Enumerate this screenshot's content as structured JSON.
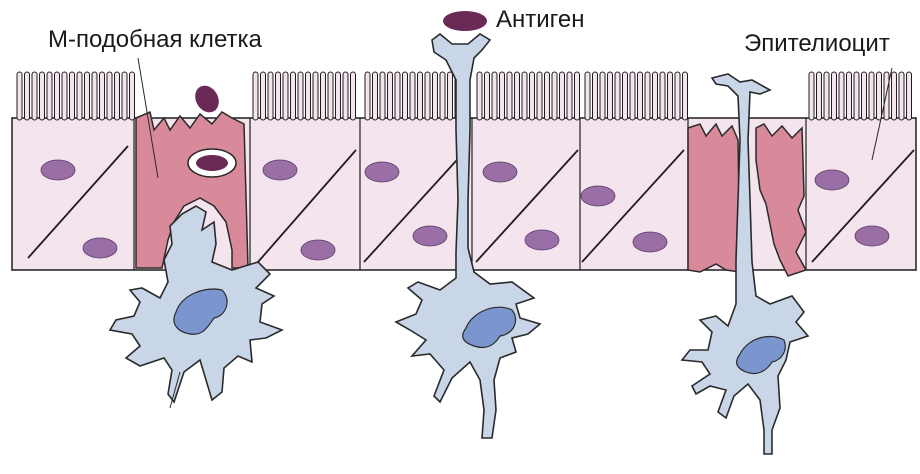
{
  "labels": {
    "m_cell": "М-подобная клетка",
    "antigen": "Антиген",
    "epithelial": "Эпителиоцит"
  },
  "colors": {
    "epithelium_fill": "#f4e4ee",
    "m_cell_fill": "#d98a9a",
    "nucleus_fill": "#9a6fa6",
    "antigen_fill": "#6b2a55",
    "dendritic_fill": "#c9d6e8",
    "dendritic_nucleus": "#7b95cf",
    "outline": "#1e1e1e"
  },
  "icons": {
    "antigen": "antigen-blob-icon"
  }
}
